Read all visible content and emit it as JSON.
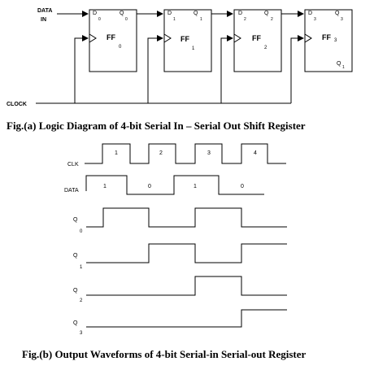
{
  "logic": {
    "data_in_label_1": "DATA",
    "data_in_label_2": "IN",
    "clock_label": "CLOCK",
    "flipflops": [
      {
        "d": "D",
        "d_sub": "0",
        "q": "Q",
        "q_sub": "0",
        "name": "FF",
        "name_sub": "0"
      },
      {
        "d": "D",
        "d_sub": "1",
        "q": "Q",
        "q_sub": "1",
        "name": "FF",
        "name_sub": "1"
      },
      {
        "d": "D",
        "d_sub": "2",
        "q": "Q",
        "q_sub": "2",
        "name": "FF",
        "name_sub": "2"
      },
      {
        "d": "D",
        "d_sub": "3",
        "q": "Q",
        "q_sub": "3",
        "name": "FF",
        "name_sub": "3"
      }
    ],
    "q1_out": "Q",
    "q1_out_sub": "1",
    "caption": "Fig.(a) Logic Diagram of 4-bit Serial In – Serial Out Shift Register"
  },
  "waveforms": {
    "clk_label": "CLK",
    "data_label": "DATA",
    "clock_pulse_numbers": [
      "1",
      "2",
      "3",
      "4"
    ],
    "data_bits": [
      "1",
      "0",
      "1",
      "0"
    ],
    "outputs": [
      {
        "label": "Q",
        "sub": "0"
      },
      {
        "label": "Q",
        "sub": "1"
      },
      {
        "label": "Q",
        "sub": "2"
      },
      {
        "label": "Q",
        "sub": "3"
      }
    ],
    "caption": "Fig.(b) Output Waveforms of 4-bit Serial-in Serial-out Register"
  },
  "signal_levels": {
    "clk": [
      0,
      1,
      0,
      1,
      0,
      1,
      0,
      1,
      0
    ],
    "data": [
      1,
      0,
      1,
      0
    ],
    "q0": [
      0,
      1,
      0,
      1,
      0
    ],
    "q1": [
      0,
      0,
      1,
      0
    ],
    "q2": [
      0,
      0,
      0,
      1
    ],
    "q3": [
      0,
      0,
      0,
      0,
      1
    ]
  }
}
